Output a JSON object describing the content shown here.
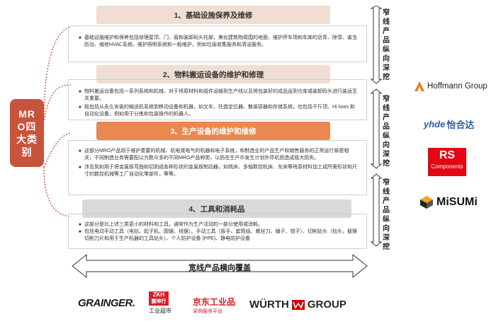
{
  "left_label": "MRO四大类别",
  "categories": [
    {
      "title": "1、基础设施保养及维修",
      "bullets": [
        "基础设施维护和保养包括修理屋顶、门、窗和装卸码头托架、美化建筑物周围的地面、维护停车场和车库的沥青、除雪、害虫防治、维修HVAC系统、维护照明系统和一般维护，例如垃圾收集服务和清洁服务。"
      ]
    },
    {
      "title": "2、物料搬运设备的维护和修理",
      "bullets": [
        "物料搬运设备包括一系列系统和机械，对于将原材料和组件运输到生产线以及将包装好的成品运到仓库或装卸码头进行装运至关重要。",
        "既包括从永久安装的输送机系统到移动设备和机器，如叉车、托盘定位器、散装容器和存储系统，也包括千斤顶、Hi-lows 和自动化设备，例如用于分拣和包装操作的机器人。"
      ]
    },
    {
      "title": "3、生产设备的维护和维修",
      "bullets": [
        "这部分MRO产品用于维护重要的机械、机电或电气的机器和电子系统，和制造业的产品生产和销售服务的正常运行紧密相关，不同制造业务需要配以为数众多的不同MRO产品种类，以防在生产中发生计划外停机而造成极大损失。",
        "涉及到如用于将金属板弯曲和切割成各种形状的金属板制动器，如铣床、多轴数控机床、车床等将原材料加工成所需形状和尺寸的数控机械等工厂自动化零部件，等等。"
      ]
    },
    {
      "title": "4、工具和消耗品",
      "bullets": [
        "这部分是比上述三类更小的材料和工具，通常作为生产活动的一部分使用或消耗。",
        "包括电动手动工具（电钻、起子机、圆锯、线锯）、手动工具（扳手、套筒组、螺丝刀、锤子、钳子）、切削钻头（钻头，替换切削刀片和用于生产机器的工具钻头）、个人防护设备 (PPE)、静电防护设备"
      ]
    }
  ],
  "vertical_labels": [
    "窄线产品纵向深挖",
    "窄线产品纵向深挖",
    "窄线产品纵向深挖"
  ],
  "horizontal_label": "宽线产品横向覆盖",
  "right_logos": {
    "hoffmann": "Hoffmann Group",
    "yihe_cn": "怡合达",
    "yihe_en": "yhde",
    "rs_top": "RS",
    "rs_bottom": "Components",
    "misumi": "MiSUMi"
  },
  "bottom_logos": {
    "grainger": "GRAINGER.",
    "zkh_top": "ZKH",
    "zkh_mid": "震坤行",
    "zkh_bottom": "工业超市",
    "jd_top": "京东工业品",
    "jd_bottom": "采购服务平台",
    "wurth_a": "WÜRTH",
    "wurth_b": "GROUP"
  },
  "colors": {
    "mro_red": "#c7533a",
    "accent_orange": "#e9884f",
    "light_peach": "#f0ded2",
    "gray_title": "#d9d9d9"
  }
}
